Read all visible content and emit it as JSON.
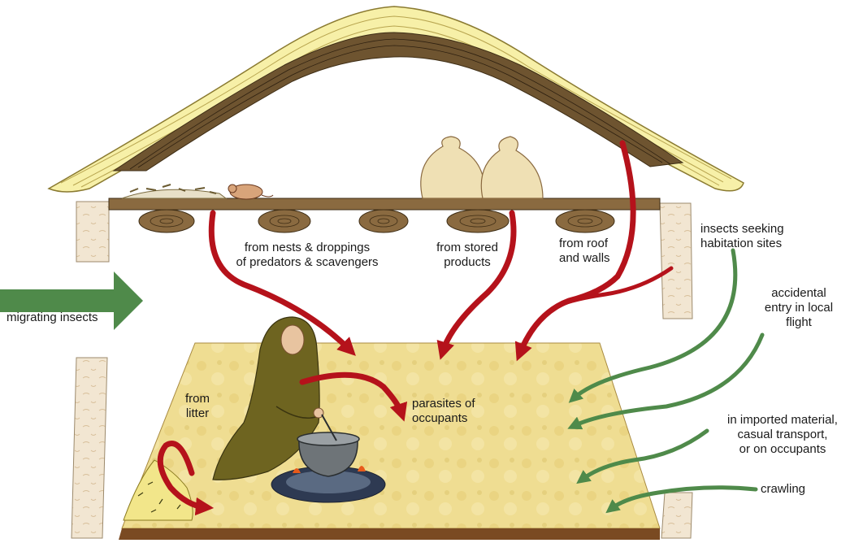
{
  "labels": {
    "nests": "from nests & droppings\nof predators & scavengers",
    "stored": "from stored\nproducts",
    "roof": "from roof\nand walls",
    "habitation": "insects seeking\nhabitation sites",
    "migrating": "migrating insects",
    "accidental": "accidental\nentry in local\nflight",
    "imported": "in imported material,\ncasual transport,\nor on occupants",
    "crawling": "crawling",
    "parasites": "parasites of\noccupants",
    "litter": "from\nlitter"
  },
  "colors": {
    "red_arrow": "#b5121b",
    "green_arrow": "#4f8a4a",
    "thatch": "#f7f0a8",
    "floor": "#eddb8c",
    "beam": "#8a6a40",
    "wall": "#f0e4cf"
  }
}
